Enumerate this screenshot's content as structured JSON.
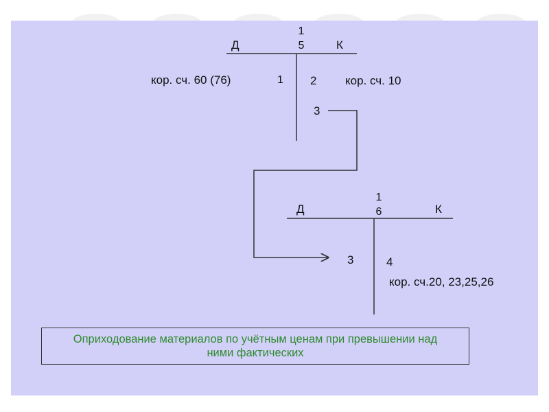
{
  "accounts": [
    {
      "number_digits": [
        "1",
        "5"
      ],
      "debit_label": "Д",
      "credit_label": "К",
      "debit_corr": "кор. сч. 60 (76)",
      "debit_entries": [
        "1"
      ],
      "credit_entries": [
        "2",
        "3"
      ],
      "credit_corr": "кор. сч. 10"
    },
    {
      "number_digits": [
        "1",
        "6"
      ],
      "debit_label": "Д",
      "credit_label": "К",
      "debit_entries": [
        "3"
      ],
      "credit_entries": [
        "4"
      ],
      "credit_corr": "кор. сч.20, 23,25,26"
    }
  ],
  "note": "Оприходование материалов по учётным ценам при превышении над ними фактических",
  "colors": {
    "slide_bg": "#d2d0f8",
    "line": "#333333",
    "note_text": "#2f8a2f"
  }
}
